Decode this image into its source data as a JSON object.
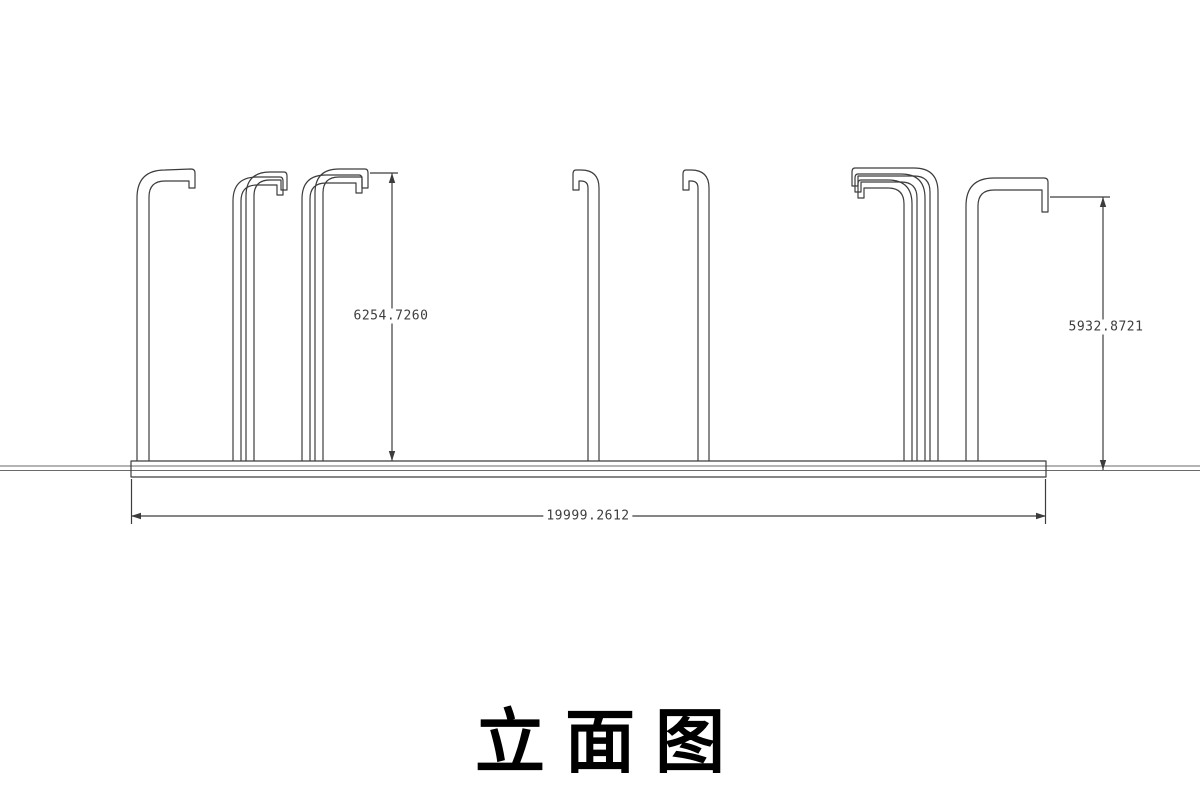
{
  "drawing": {
    "title": "立面图",
    "dimensions": {
      "left_height": "6254.7260",
      "right_height": "5932.8721",
      "total_width": "19999.2612"
    },
    "colors": {
      "line": "#3c3c3c",
      "ground_line": "#6a6a6a",
      "background": "#ffffff",
      "title_text": "#000000",
      "dimension_text": "#3d3d3d"
    }
  }
}
